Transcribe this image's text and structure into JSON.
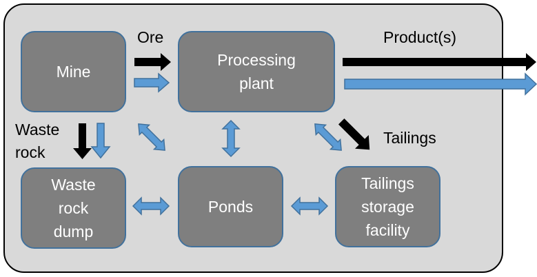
{
  "diagram": {
    "nodes": {
      "mine": "Mine",
      "processing_plant": "Processing\nplant",
      "waste_rock_dump": "Waste\nrock\ndump",
      "ponds": "Ponds",
      "tailings_storage_facility": "Tailings\nstorage\nfacility"
    },
    "labels": {
      "ore": "Ore",
      "products": "Product(s)",
      "tailings": "Tailings",
      "waste_rock": "Waste\nrock"
    },
    "edges": [
      {
        "from": "mine",
        "to": "processing_plant",
        "kind": "solid",
        "label": "Ore"
      },
      {
        "from": "mine",
        "to": "processing_plant",
        "kind": "water"
      },
      {
        "from": "processing_plant",
        "to": "outside",
        "kind": "solid",
        "label": "Product(s)"
      },
      {
        "from": "processing_plant",
        "to": "outside",
        "kind": "water"
      },
      {
        "from": "mine",
        "to": "waste_rock_dump",
        "kind": "solid",
        "label": "Waste rock"
      },
      {
        "from": "mine",
        "to": "waste_rock_dump",
        "kind": "water"
      },
      {
        "from": "processing_plant",
        "to": "tailings_storage_facility",
        "kind": "solid",
        "label": "Tailings"
      },
      {
        "from": "mine",
        "to": "ponds",
        "kind": "water",
        "bidirectional": true
      },
      {
        "from": "processing_plant",
        "to": "ponds",
        "kind": "water",
        "bidirectional": true
      },
      {
        "from": "processing_plant",
        "to": "tailings_storage_facility",
        "kind": "water",
        "bidirectional": true
      },
      {
        "from": "waste_rock_dump",
        "to": "ponds",
        "kind": "water",
        "bidirectional": true
      },
      {
        "from": "ponds",
        "to": "tailings_storage_facility",
        "kind": "water",
        "bidirectional": true
      }
    ],
    "colors": {
      "background": "#d9d9d9",
      "box_fill": "#7f7f7f",
      "box_border": "#41719c",
      "solid_flow": "#000000",
      "water_flow": "#5b9bd5",
      "water_flow_border": "#41719c"
    }
  }
}
